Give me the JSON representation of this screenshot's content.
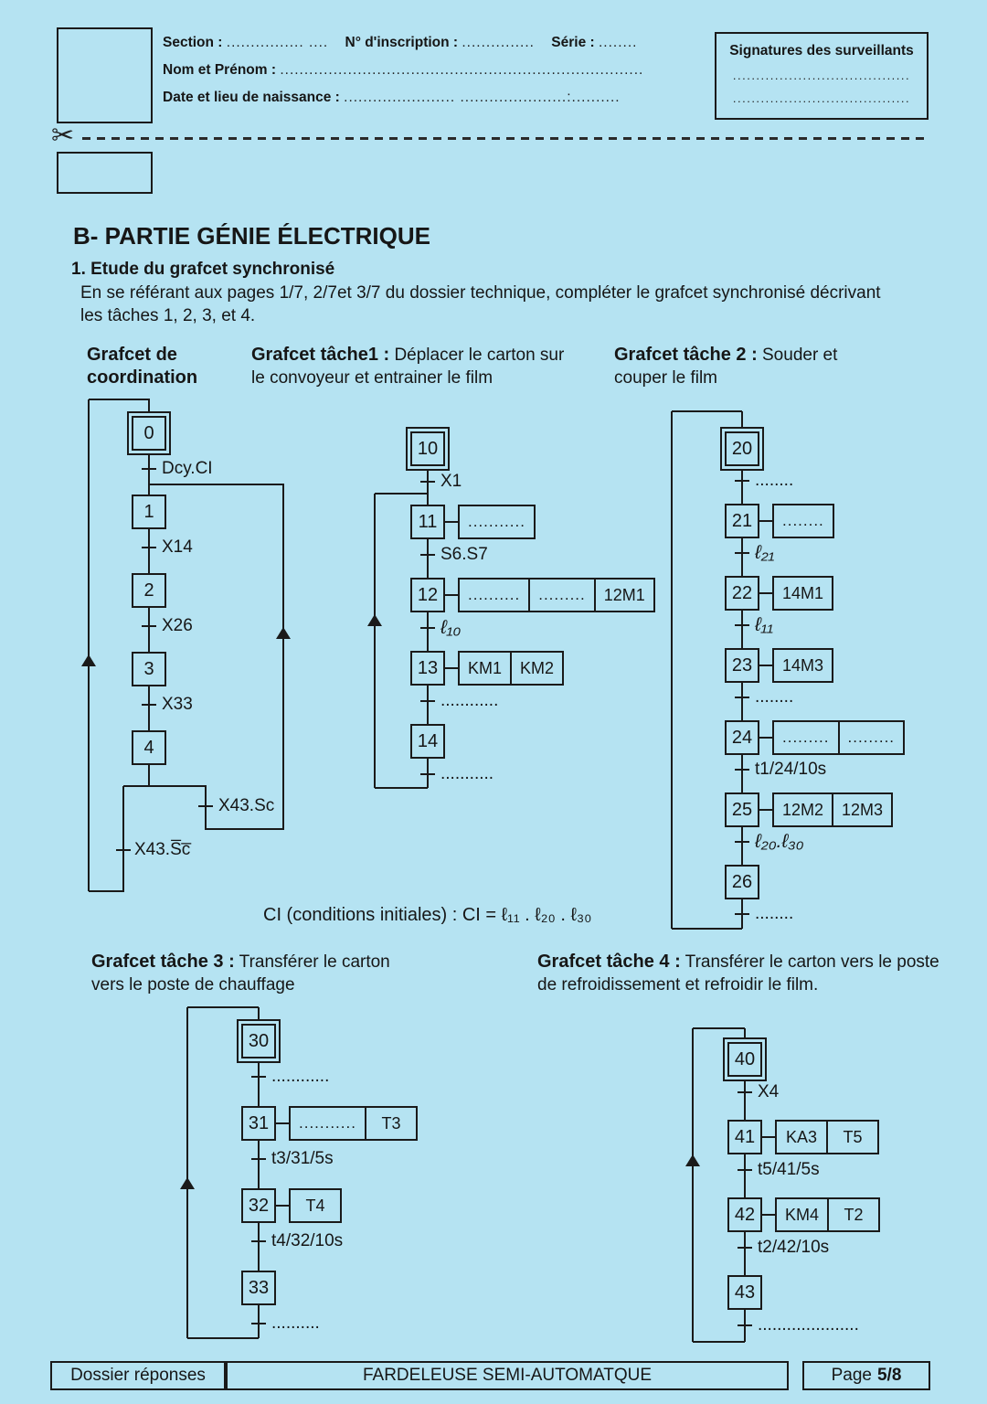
{
  "page": {
    "title": "B- PARTIE GÉNIE ÉLECTRIQUE",
    "subtitle": "1. Etude du grafcet synchronisé",
    "intro": "En se référant aux pages 1/7, 2/7et 3/7 du dossier technique, compléter le grafcet synchronisé décrivant les tâches 1, 2, 3, et 4."
  },
  "header": {
    "scissors_glyph": "✂",
    "fields": [
      {
        "label": "Section :",
        "dots": "................ ...."
      },
      {
        "label": "N° d'inscription :",
        "dots": "..............."
      },
      {
        "label": "Série :",
        "dots": "........"
      }
    ],
    "line2": {
      "label": "Nom et Prénom :",
      "dots": "..........................................................................."
    },
    "line3": {
      "label": "Date et lieu de naissance :",
      "dots": "....................... ......................:.........."
    },
    "signatures": {
      "title": "Signatures des surveillants",
      "dotline1": "......................................",
      "dotline2": "......................................"
    }
  },
  "sections": {
    "coordination": {
      "bold": "Grafcet de coordination",
      "rest": ""
    },
    "t1": {
      "bold": "Grafcet tâche1 :",
      "rest": " Déplacer le carton sur le convoyeur et entrainer le film"
    },
    "t2": {
      "bold": "Grafcet tâche 2 :",
      "rest": "  Souder et couper le film"
    },
    "t3": {
      "bold": "Grafcet tâche 3 :",
      "rest": " Transférer le carton vers le poste de chauffage"
    },
    "t4": {
      "bold": "Grafcet tâche 4 :",
      "rest": " Transférer le carton vers le poste de refroidissement et refroidir le film."
    }
  },
  "ci_line": "CI (conditions initiales) : CI = ℓ₁₁ . ℓ₂₀ . ℓ₃₀",
  "grafcets": {
    "coordination": {
      "steps": [
        {
          "id": "0",
          "initial": true,
          "actions": []
        },
        {
          "id": "1",
          "actions": []
        },
        {
          "id": "2",
          "actions": []
        },
        {
          "id": "3",
          "actions": []
        },
        {
          "id": "4",
          "actions": []
        }
      ],
      "transitions": [
        "Dcy.CI",
        "X14",
        "X26",
        "X33"
      ],
      "branch": {
        "right": "X43.Sc",
        "left": "X43.S̅c̅"
      }
    },
    "t1": {
      "steps": [
        {
          "id": "10",
          "initial": true,
          "actions": []
        },
        {
          "id": "11",
          "actions": [
            {
              "text": "...........",
              "kind": "dotted"
            }
          ]
        },
        {
          "id": "12",
          "actions": [
            {
              "text": "..........",
              "kind": "dotted"
            },
            {
              "text": ".........",
              "kind": "dotted"
            },
            {
              "text": "12M1"
            }
          ]
        },
        {
          "id": "13",
          "actions": [
            {
              "text": "KM1"
            },
            {
              "text": "KM2"
            }
          ]
        },
        {
          "id": "14",
          "actions": []
        }
      ],
      "transitions": [
        "X1",
        "S6.S7",
        "ℓ₁₀",
        "............",
        "..........."
      ]
    },
    "t2": {
      "steps": [
        {
          "id": "20",
          "initial": true,
          "actions": []
        },
        {
          "id": "21",
          "actions": [
            {
              "text": "........",
              "kind": "dotted"
            }
          ]
        },
        {
          "id": "22",
          "actions": [
            {
              "text": "14M1"
            }
          ]
        },
        {
          "id": "23",
          "actions": [
            {
              "text": "14M3"
            }
          ]
        },
        {
          "id": "24",
          "actions": [
            {
              "text": ".........",
              "kind": "dotted"
            },
            {
              "text": ".........",
              "kind": "dotted"
            }
          ]
        },
        {
          "id": "25",
          "actions": [
            {
              "text": "12M2"
            },
            {
              "text": "12M3"
            }
          ]
        },
        {
          "id": "26",
          "actions": []
        }
      ],
      "transitions": [
        "........",
        "ℓ₂₁",
        "ℓ₁₁",
        "........",
        "t1/24/10s",
        "ℓ₂₀.ℓ₃₀",
        "........"
      ]
    },
    "t3": {
      "steps": [
        {
          "id": "30",
          "initial": true,
          "actions": []
        },
        {
          "id": "31",
          "actions": [
            {
              "text": "...........",
              "kind": "dotted"
            },
            {
              "text": "T3"
            }
          ]
        },
        {
          "id": "32",
          "actions": [
            {
              "text": "T4"
            }
          ]
        },
        {
          "id": "33",
          "actions": []
        }
      ],
      "transitions": [
        "............",
        "t3/31/5s",
        "t4/32/10s",
        ".........."
      ]
    },
    "t4": {
      "steps": [
        {
          "id": "40",
          "initial": true,
          "actions": []
        },
        {
          "id": "41",
          "actions": [
            {
              "text": "KA3"
            },
            {
              "text": "T5"
            }
          ]
        },
        {
          "id": "42",
          "actions": [
            {
              "text": "KM4"
            },
            {
              "text": "T2"
            }
          ]
        },
        {
          "id": "43",
          "actions": []
        }
      ],
      "transitions": [
        "X4",
        "t5/41/5s",
        "t2/42/10s",
        "....................."
      ]
    }
  },
  "footer": {
    "left": "Dossier réponses",
    "center": "FARDELEUSE SEMI-AUTOMATQUE",
    "page_label": "Page",
    "page_value": "5/8"
  }
}
